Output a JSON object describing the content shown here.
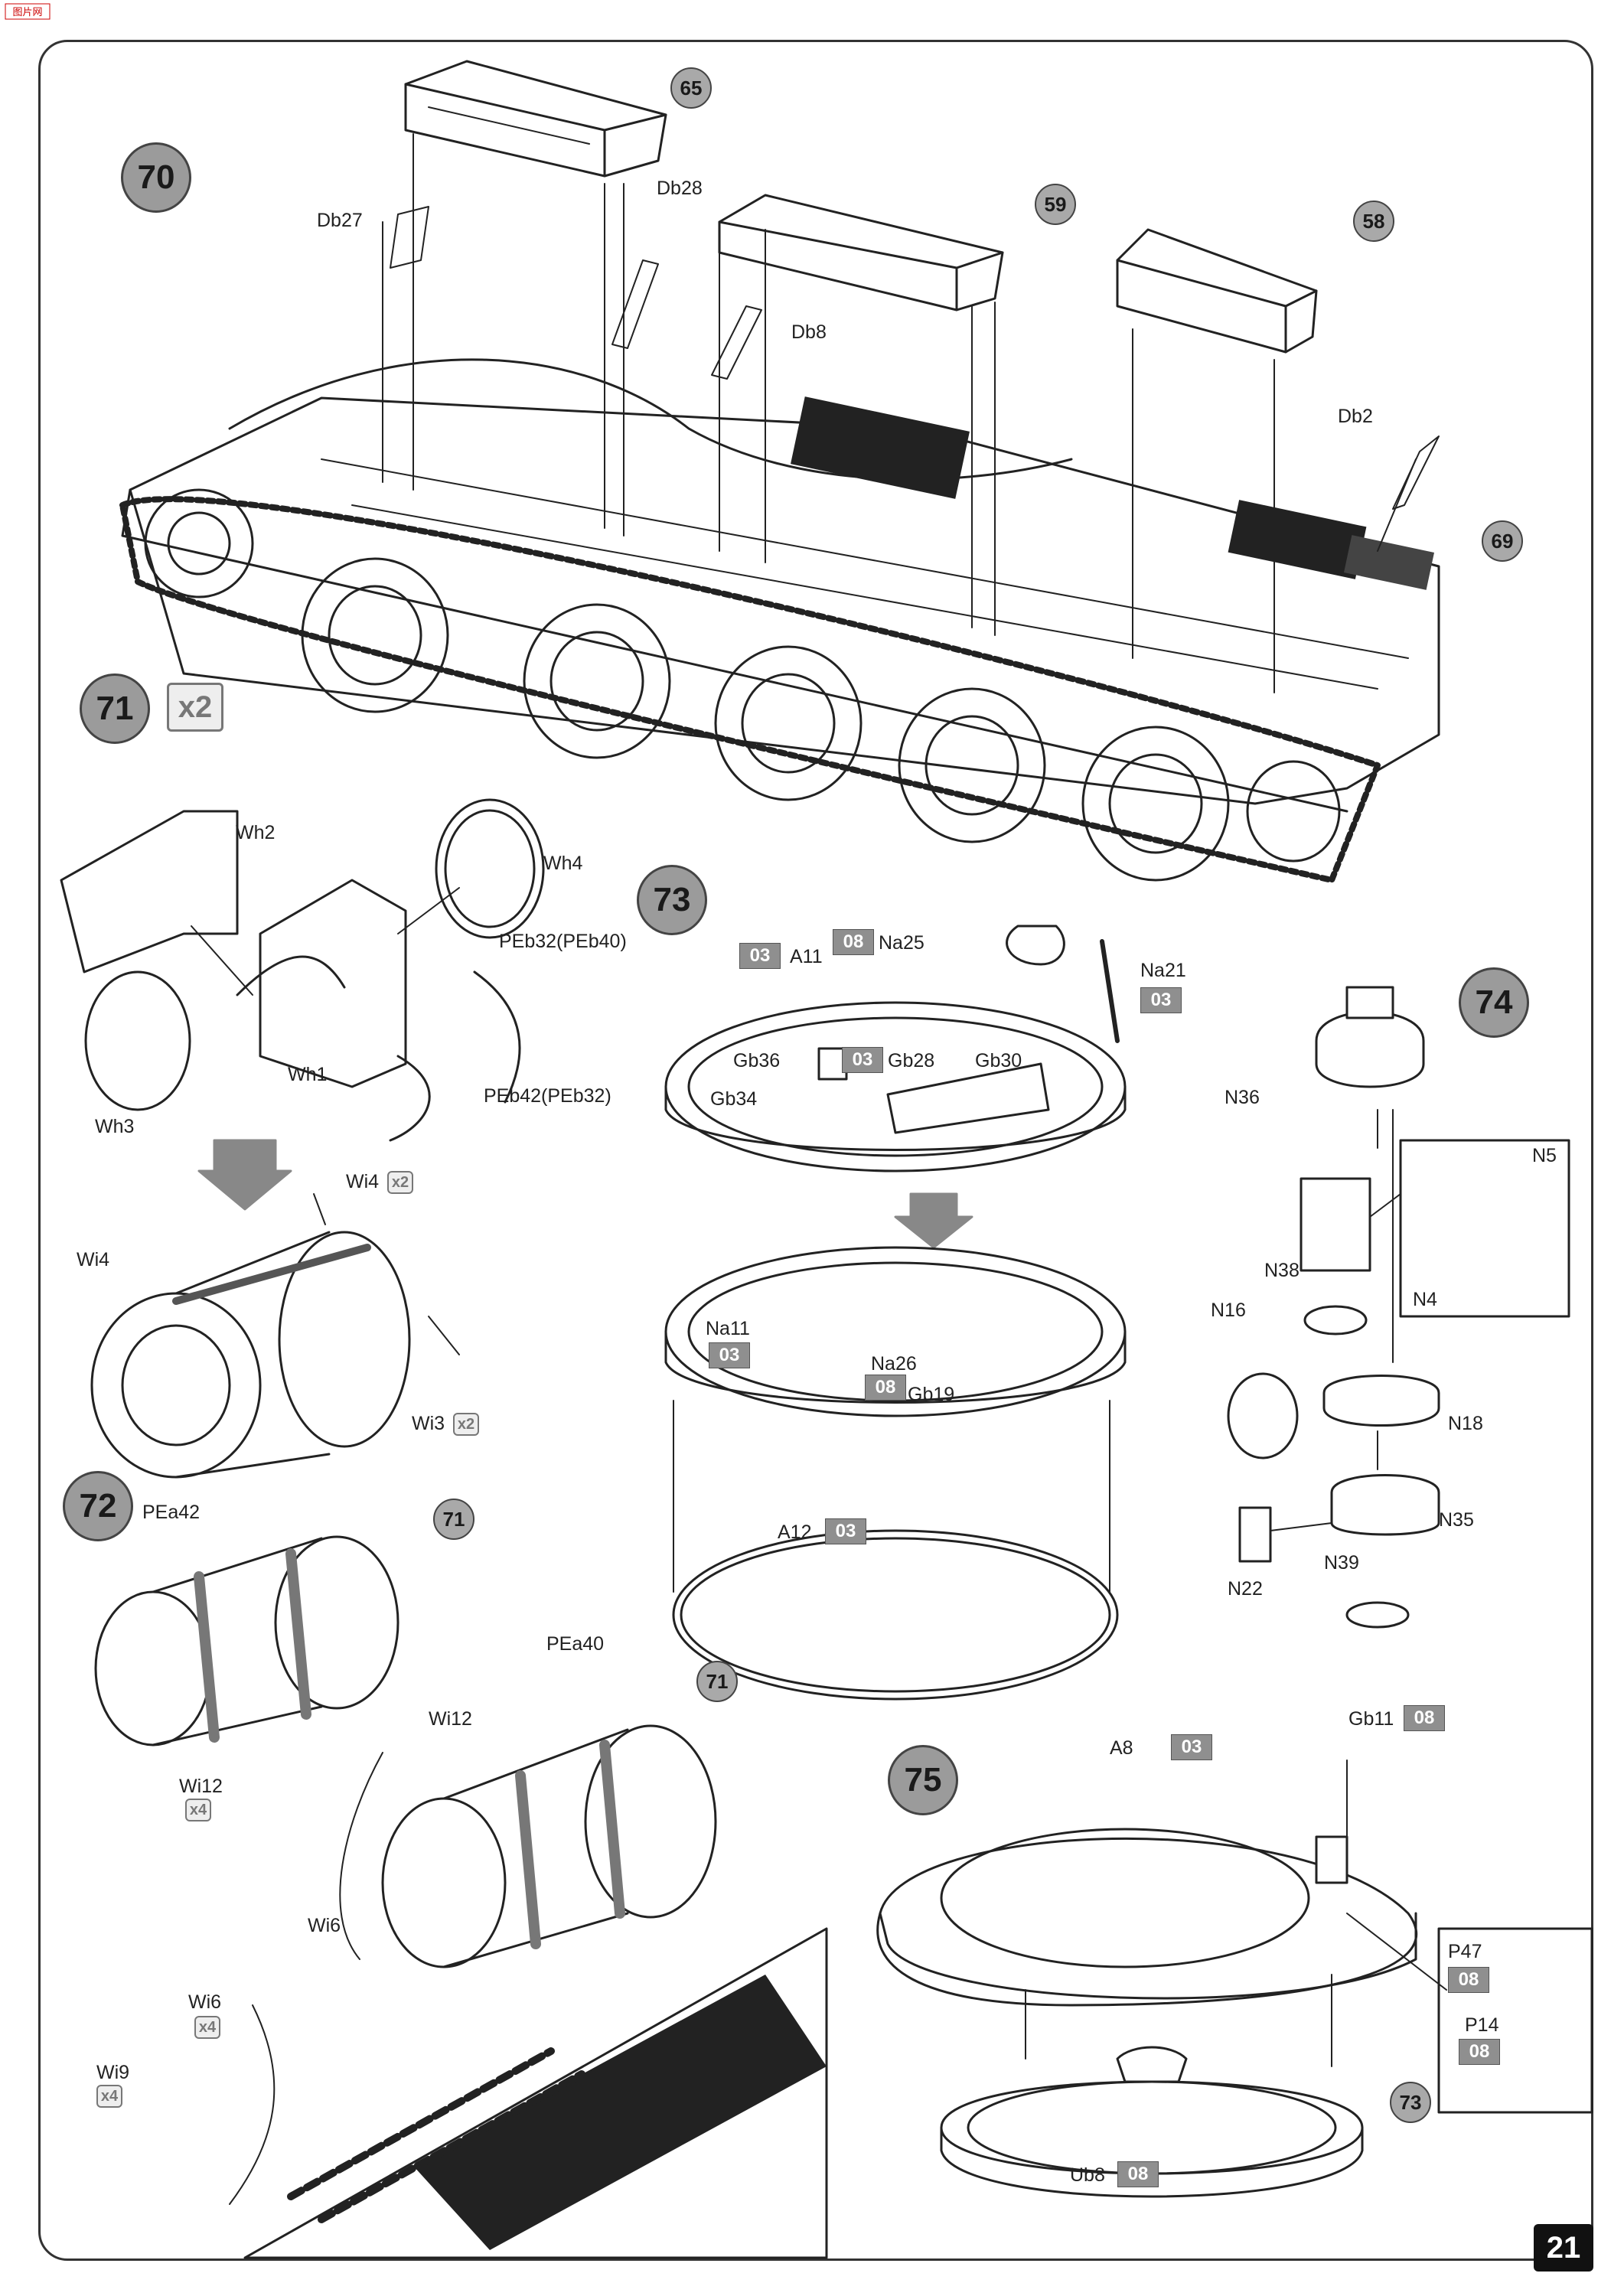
{
  "page": {
    "number": "21"
  },
  "logo": {
    "text": "图片网"
  },
  "steps": [
    "70",
    "71",
    "72",
    "73",
    "74",
    "75"
  ],
  "multipliers": {
    "step71": "x2",
    "wi4": "x2",
    "wi3": "x2",
    "wi12": "x4",
    "wi6": "x4",
    "wi9": "x4"
  },
  "refs": {
    "r65": "65",
    "r59": "59",
    "r58": "58",
    "r69": "69",
    "r71a": "71",
    "r71b": "71",
    "r73": "73"
  },
  "sprues": {
    "s03": "03",
    "s08": "08"
  },
  "labels": {
    "db27": "Db27",
    "db28": "Db28",
    "db8": "Db8",
    "db2": "Db2",
    "wh2": "Wh2",
    "wh4": "Wh4",
    "peb32": "PEb32(PEb40)",
    "wh1": "Wh1",
    "peb42": "PEb42(PEb32)",
    "wh3": "Wh3",
    "wi4a": "Wi4",
    "wi4b": "Wi4",
    "wi3": "Wi3",
    "pea42": "PEa42",
    "pea40": "PEa40",
    "wi12a": "Wi12",
    "wi12b": "Wi12",
    "wi6a": "Wi6",
    "wi6b": "Wi6",
    "wi9": "Wi9",
    "a11": "A11",
    "na25": "Na25",
    "na21": "Na21",
    "gb36": "Gb36",
    "gb28": "Gb28",
    "gb30": "Gb30",
    "gb34": "Gb34",
    "na11": "Na11",
    "na26": "Na26",
    "gb19": "Gb19",
    "a12": "A12",
    "n36": "N36",
    "n5": "N5",
    "n4": "N4",
    "n38": "N38",
    "n16": "N16",
    "n18": "N18",
    "n35": "N35",
    "n22": "N22",
    "n39": "N39",
    "a8": "A8",
    "gb11": "Gb11",
    "p47": "P47",
    "p14": "P14",
    "ub8": "Ub8"
  }
}
